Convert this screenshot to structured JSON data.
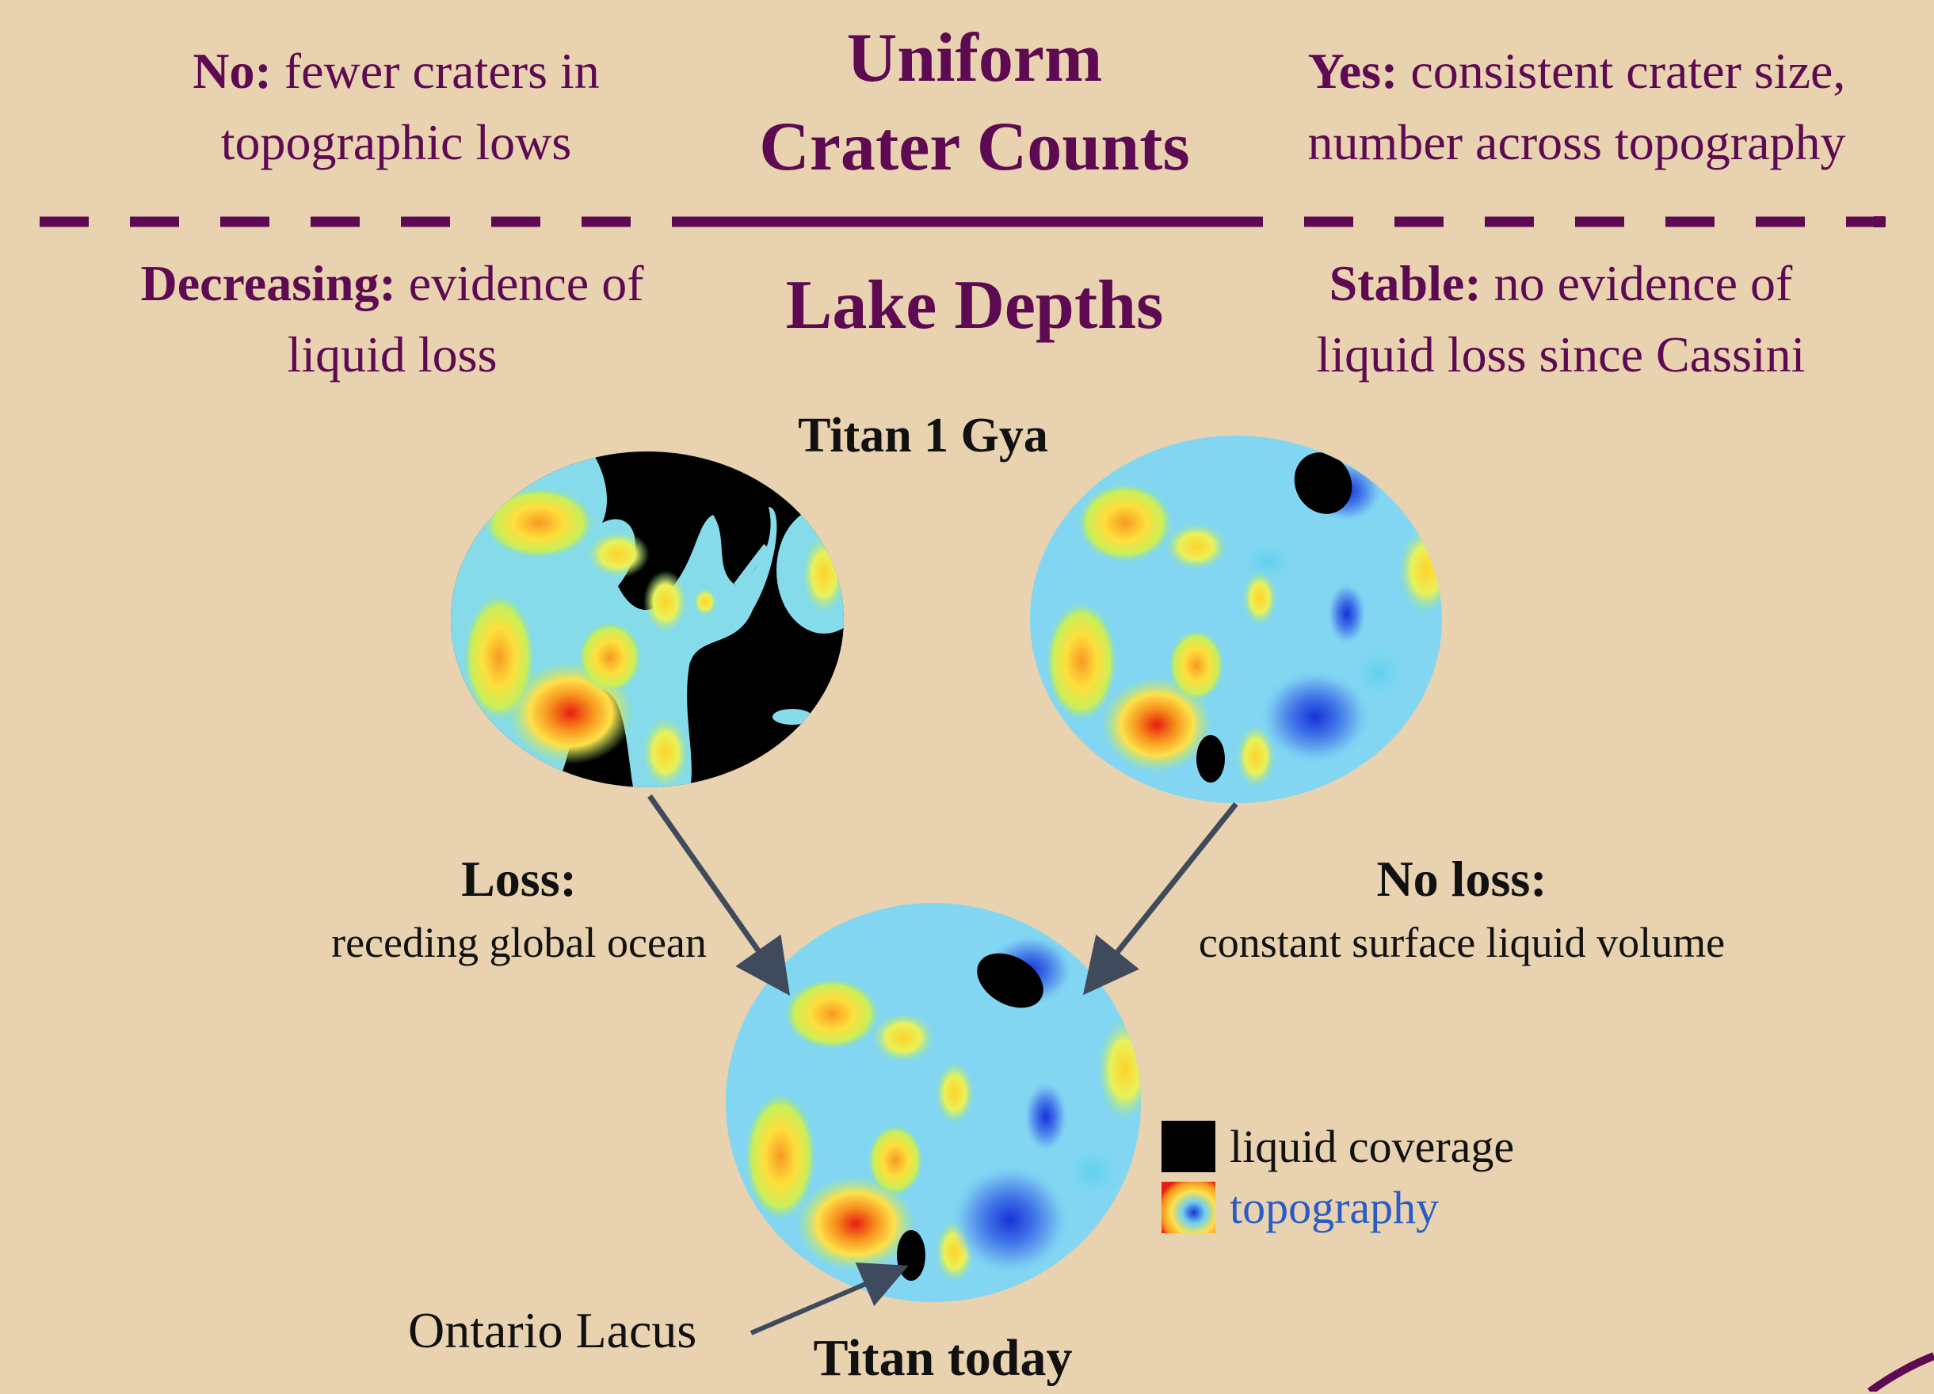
{
  "crater_section": {
    "title_line1": "Uniform",
    "title_line2": "Crater Counts",
    "no_label": "No:",
    "no_text_line1": "fewer craters in",
    "no_text_line2": "topographic lows",
    "yes_label": "Yes:",
    "yes_text_line1": "consistent crater size,",
    "yes_text_line2": "number across topography"
  },
  "lake_section": {
    "title": "Lake Depths",
    "decreasing_label": "Decreasing:",
    "decreasing_text_line1": "evidence of",
    "decreasing_text_line2": "liquid loss",
    "stable_label": "Stable:",
    "stable_text_line1": "no evidence of",
    "stable_text_line2": "liquid loss since Cassini"
  },
  "globes": {
    "past_label": "Titan 1 Gya",
    "today_label": "Titan today",
    "ontario_label": "Ontario Lacus"
  },
  "paths": {
    "loss_title": "Loss:",
    "loss_text": "receding global ocean",
    "noloss_title": "No loss:",
    "noloss_text": "constant surface liquid volume"
  },
  "legend": {
    "liquid": "liquid coverage",
    "topography": "topography"
  },
  "colors": {
    "background": "#e8d2b0",
    "accent_purple": "#5e0a52",
    "arrow": "#3f4a5c",
    "topography_text": "#2a5bc8",
    "liquid": "#000000"
  }
}
